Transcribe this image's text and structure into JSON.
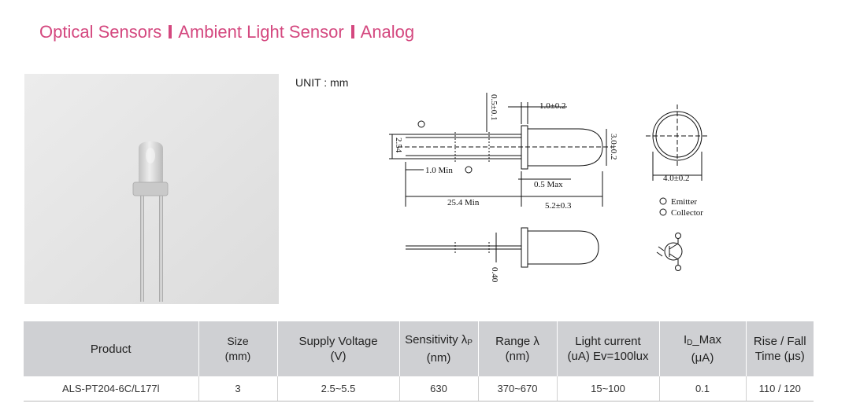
{
  "header": {
    "crumb1": "Optical Sensors",
    "crumb2": "Ambient Light Sensor",
    "crumb3": "Analog"
  },
  "drawing": {
    "unit_label": "UNIT : mm",
    "dims": {
      "lead_thickness": "0.5±0.1",
      "flange": "1.0±0.2",
      "pitch": "2.54",
      "lens_dia": "3.0±0.2",
      "lead_min": "1.0 Min",
      "max05": "0.5 Max",
      "lead_length": "25.4 Min",
      "body_length": "5.2±0.3",
      "flange_dia": "4.0±0.2",
      "lead_width": "0.40"
    },
    "pins": {
      "pin1": "Emitter",
      "pin2": "Collector"
    }
  },
  "table": {
    "headers": {
      "product": "Product",
      "size_1": "Size",
      "size_2": "(mm)",
      "supply_1": "Supply Voltage",
      "supply_2": "(V)",
      "sens_1": "Sensitivity λ",
      "sens_sub": "P",
      "sens_2": "(nm)",
      "range_1": "Range λ",
      "range_2": "(nm)",
      "light_1": "Light current",
      "light_2": "(uA) Ev=100lux",
      "id_pre": "I",
      "id_sub": "D",
      "id_post": "_Max",
      "id_2": "(μA)",
      "rise_1": "Rise / Fall",
      "rise_2": "Time (μs)"
    },
    "row": {
      "product": "ALS-PT204-6C/L177l",
      "size": "3",
      "supply": "2.5~5.5",
      "sensitivity": "630",
      "range": "370~670",
      "light_current": "15~100",
      "id_max": "0.1",
      "rise_fall": "110 / 120"
    }
  }
}
